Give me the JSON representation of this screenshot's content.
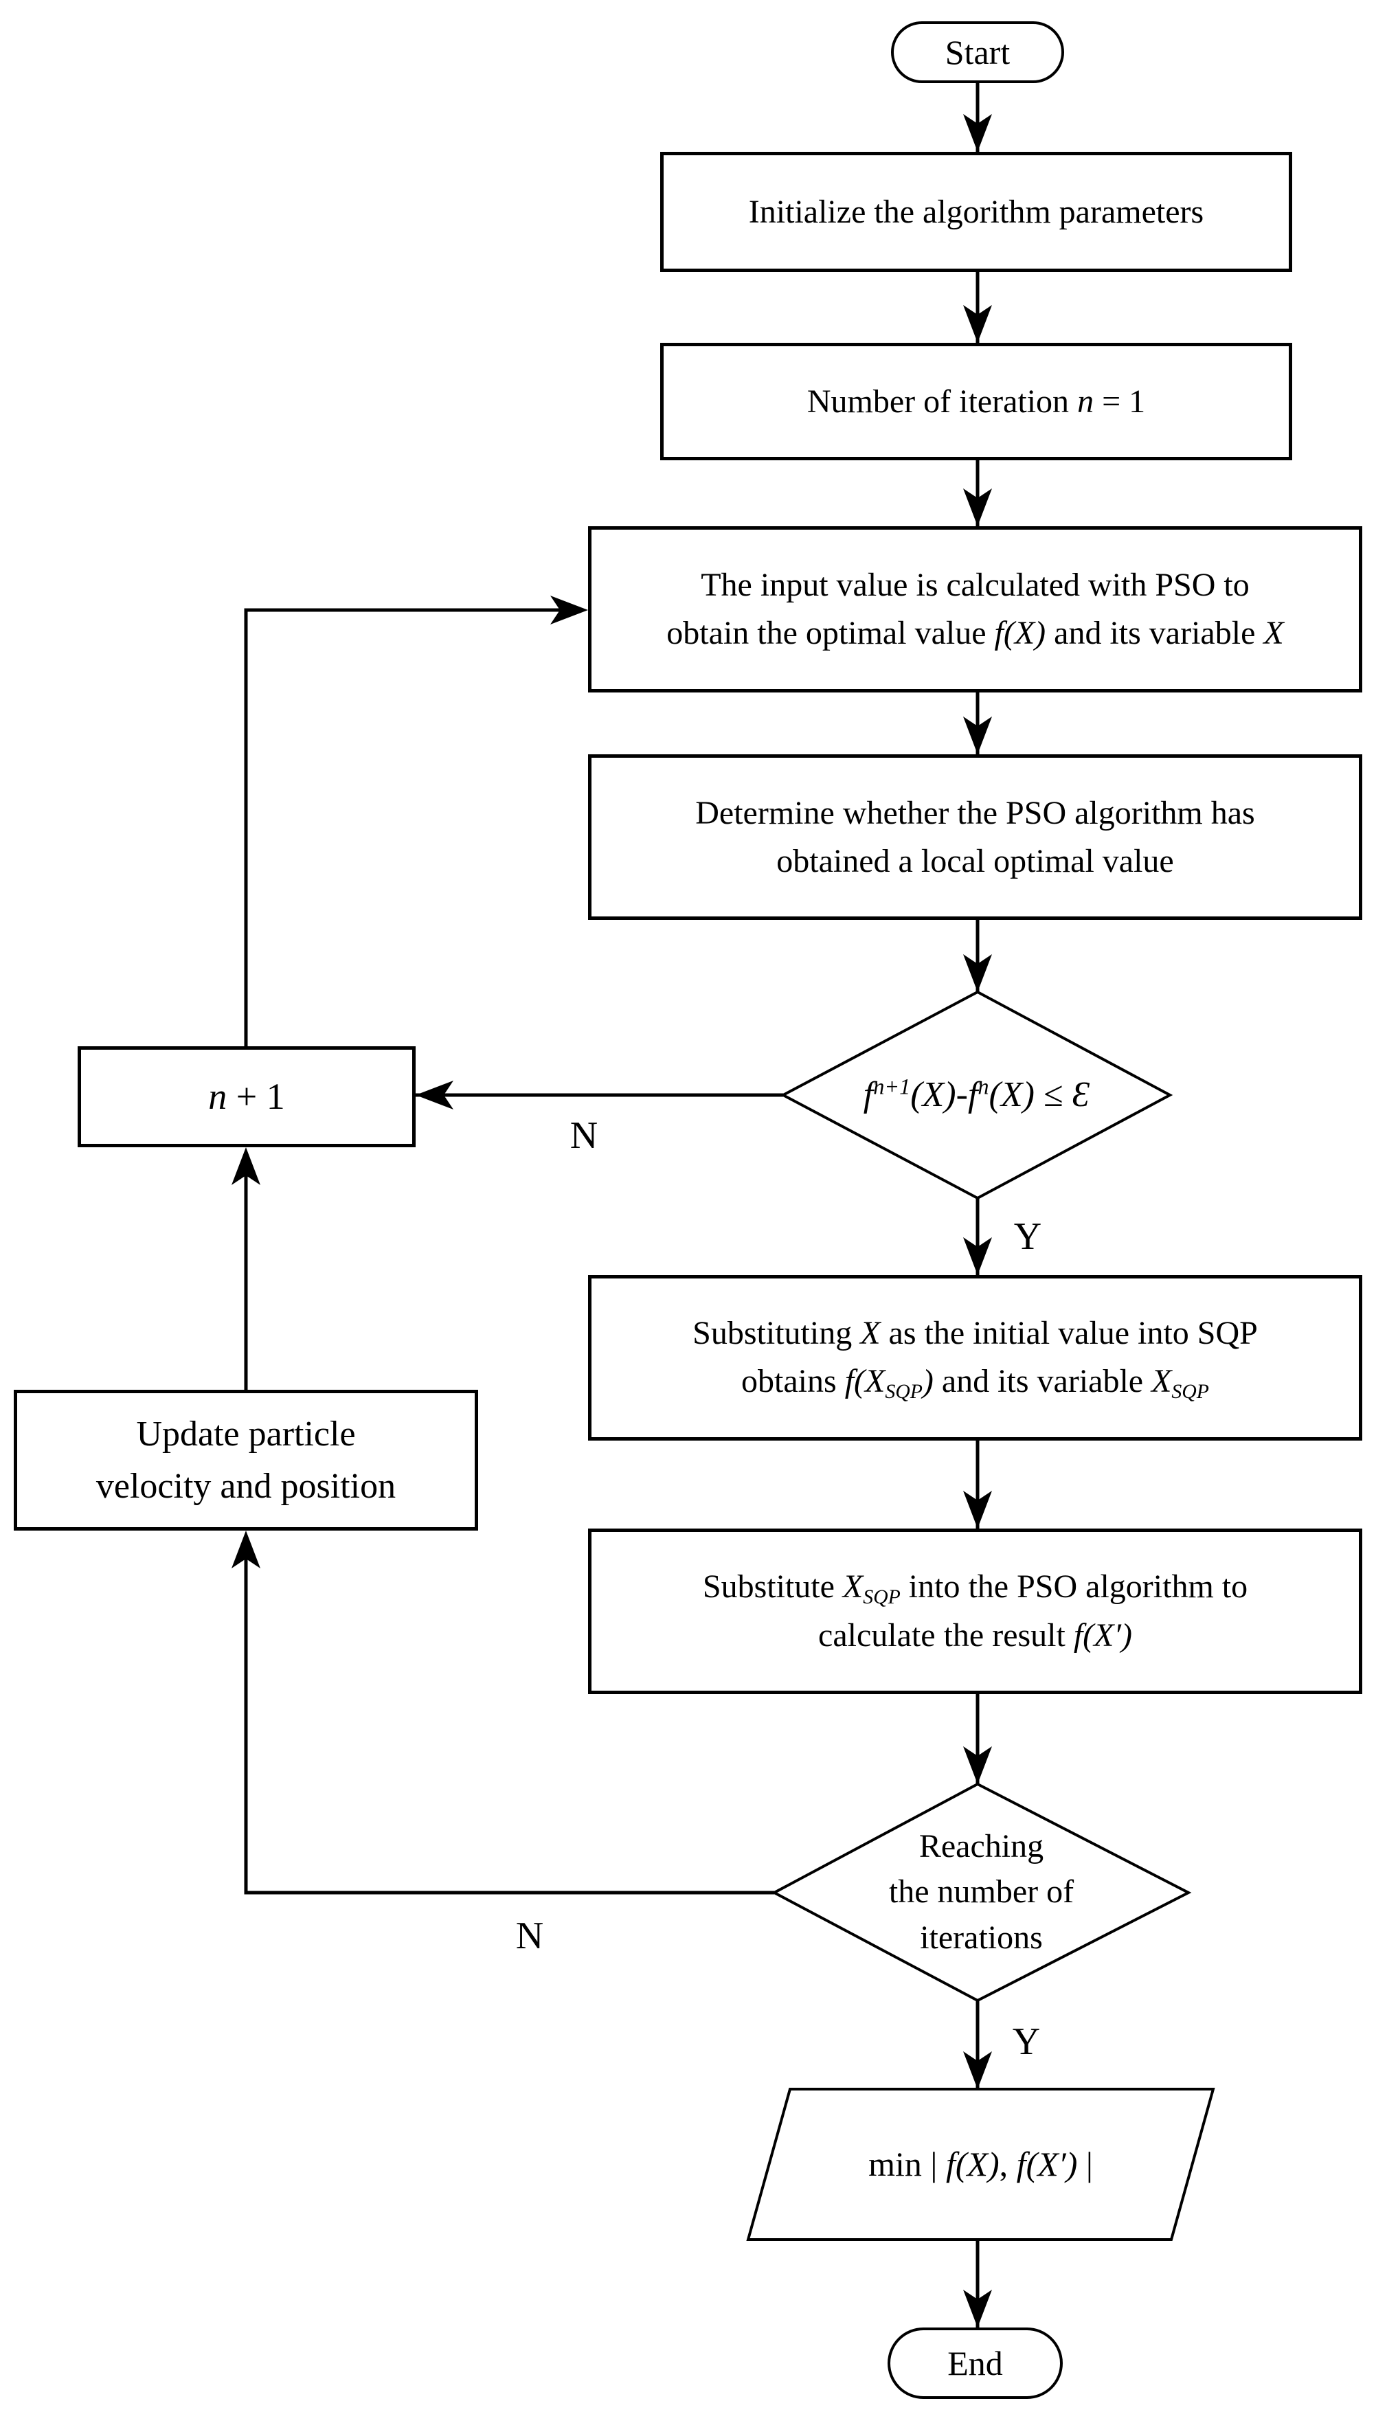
{
  "colors": {
    "background": "#ffffff",
    "ink": "#000000"
  },
  "nodes": {
    "start": {
      "label": "Start"
    },
    "init": {
      "label": "Initialize the algorithm parameters"
    },
    "iteration": {
      "segments": [
        {
          "t": "Number of iteration ",
          "s": "n"
        },
        {
          "t": "n",
          "s": "i"
        },
        {
          "t": " = 1",
          "s": "n"
        }
      ]
    },
    "pso": {
      "line1": [
        {
          "t": "The input value is calculated with PSO to",
          "s": "n"
        }
      ],
      "line2": [
        {
          "t": "obtain the optimal value ",
          "s": "n"
        },
        {
          "t": "f(X)",
          "s": "i"
        },
        {
          "t": " and its variable ",
          "s": "n"
        },
        {
          "t": "X",
          "s": "i"
        }
      ]
    },
    "determine": {
      "line1": "Determine whether the PSO algorithm has",
      "line2": "obtained a local optimal value"
    },
    "condition1": {
      "segments": [
        {
          "t": "f",
          "s": "i"
        },
        {
          "t": "n+1",
          "s": "sup"
        },
        {
          "t": "(X)",
          "s": "i"
        },
        {
          "t": "-",
          "s": "n"
        },
        {
          "t": "f",
          "s": "i"
        },
        {
          "t": "n",
          "s": "sup"
        },
        {
          "t": "(X)",
          "s": "i"
        },
        {
          "t": " ≤ ",
          "s": "n"
        },
        {
          "t": "Ɛ",
          "s": "i"
        }
      ]
    },
    "n_plus_1": {
      "segments": [
        {
          "t": "n",
          "s": "i"
        },
        {
          "t": " + 1",
          "s": "n"
        }
      ]
    },
    "substituting": {
      "line1": [
        {
          "t": "Substituting ",
          "s": "n"
        },
        {
          "t": "X",
          "s": "i"
        },
        {
          "t": " as the initial value into SQP",
          "s": "n"
        }
      ],
      "line2": [
        {
          "t": "obtains ",
          "s": "n"
        },
        {
          "t": "f(X",
          "s": "i"
        },
        {
          "t": "SQP",
          "s": "sub"
        },
        {
          "t": ")",
          "s": "i"
        },
        {
          "t": " and its variable ",
          "s": "n"
        },
        {
          "t": "X",
          "s": "i"
        },
        {
          "t": "SQP",
          "s": "sub"
        }
      ]
    },
    "update": {
      "line1": "Update particle",
      "line2": "velocity and position"
    },
    "substitute": {
      "line1": [
        {
          "t": "Substitute ",
          "s": "n"
        },
        {
          "t": "X",
          "s": "i"
        },
        {
          "t": "SQP",
          "s": "sub"
        },
        {
          "t": " into the PSO algorithm to",
          "s": "n"
        }
      ],
      "line2": [
        {
          "t": "calculate the result ",
          "s": "n"
        },
        {
          "t": "f(X′)",
          "s": "i"
        }
      ]
    },
    "condition2": {
      "lines": [
        "Reaching",
        "the number of",
        "iterations"
      ]
    },
    "min": {
      "segments": [
        {
          "t": "min | ",
          "s": "n"
        },
        {
          "t": "f(X)",
          "s": "i"
        },
        {
          "t": ", ",
          "s": "n"
        },
        {
          "t": "f(X′)",
          "s": "i"
        },
        {
          "t": " |",
          "s": "n"
        }
      ]
    },
    "end": {
      "label": "End"
    }
  },
  "edge_labels": {
    "no1": "N",
    "yes1": "Y",
    "no2": "N",
    "yes2": "Y"
  }
}
